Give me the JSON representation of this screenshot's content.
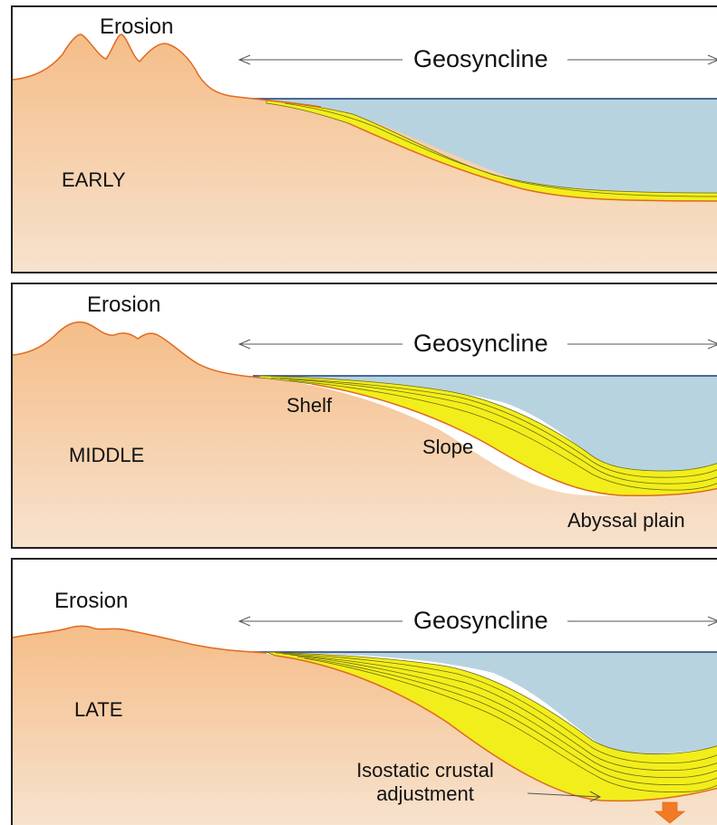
{
  "colors": {
    "land_top": "#f5c08e",
    "land_bottom": "#f7e2cc",
    "land_edge": "#e06a1e",
    "water": "#b8d3e0",
    "water_line": "#1c3f78",
    "sediment": "#f2ee1c",
    "sediment_line": "#6f6a10",
    "arrow_line": "#555555",
    "subsidence_arrow": "#f27a24"
  },
  "panels": [
    {
      "erosion_label": "Erosion",
      "span_label": "Geosyncline",
      "stage_label": "EARLY",
      "features": []
    },
    {
      "erosion_label": "Erosion",
      "span_label": "Geosyncline",
      "stage_label": "MIDDLE",
      "features": [
        "Shelf",
        "Slope",
        "Abyssal plain"
      ]
    },
    {
      "erosion_label": "Erosion",
      "span_label": "Geosyncline",
      "stage_label": "LATE",
      "features": [
        "Isostatic crustal",
        "adjustment"
      ]
    }
  ]
}
